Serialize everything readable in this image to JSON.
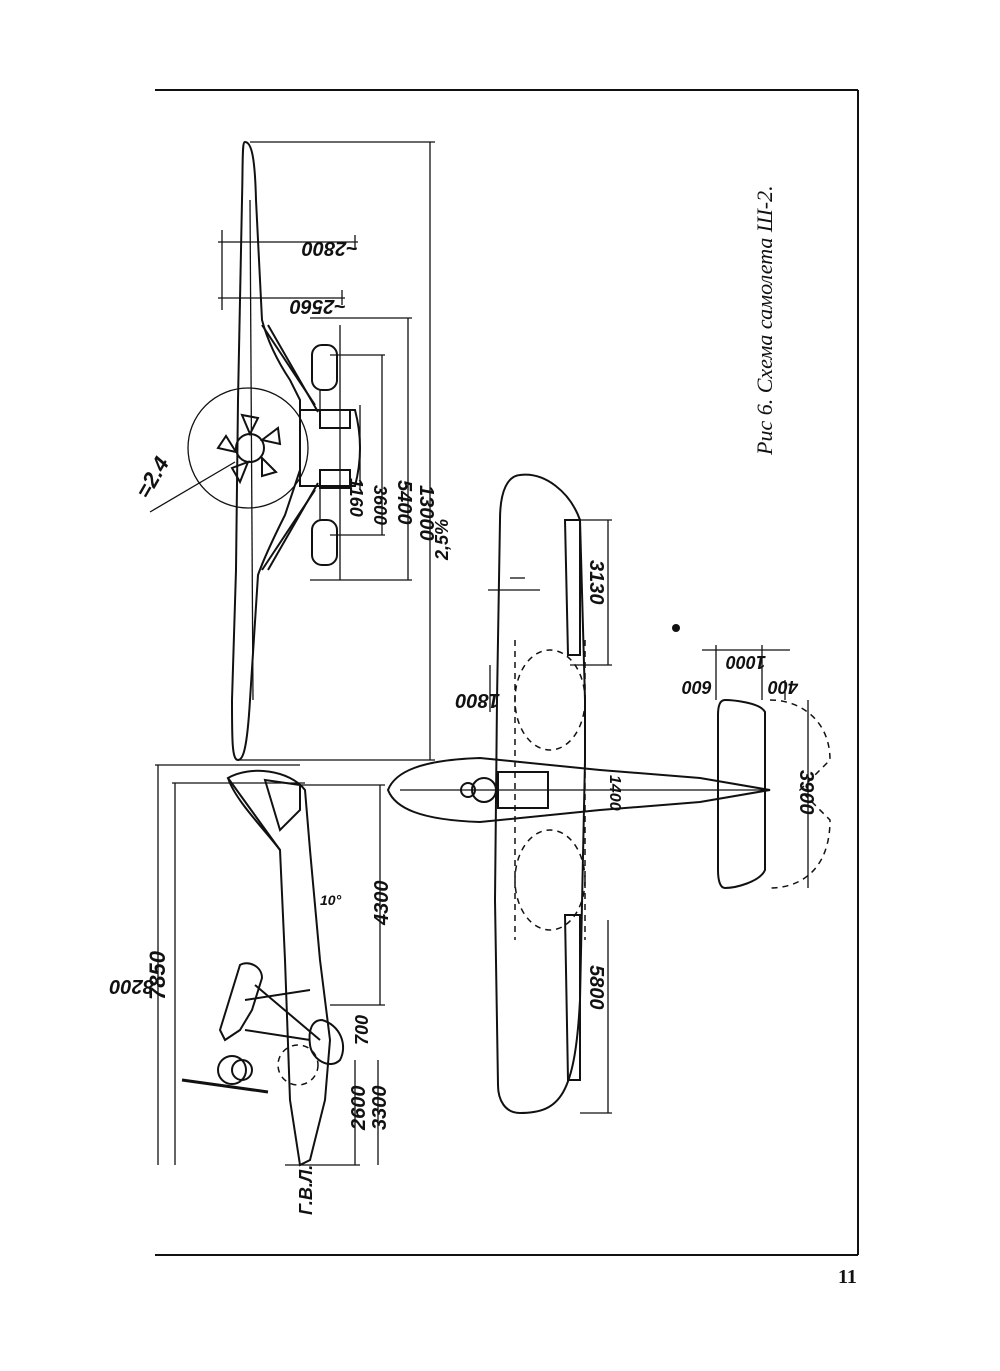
{
  "figure": {
    "caption": "Рис 6. Схема самолета Ш-2.",
    "page_number": "11"
  },
  "front_view": {
    "prop_label": "=2.4",
    "dims": [
      "~2800",
      "~2560",
      "1160",
      "3600",
      "5400",
      "13000"
    ]
  },
  "plan_view": {
    "dims": [
      "2,5%",
      "3130",
      "1800",
      "1400",
      "5800",
      "1000",
      "600",
      "400",
      "3900"
    ]
  },
  "side_view": {
    "dims": [
      "8200",
      "7850",
      "10°",
      "4300",
      "700",
      "2600",
      "3300"
    ],
    "waterline_label": "Г.В.Л."
  }
}
